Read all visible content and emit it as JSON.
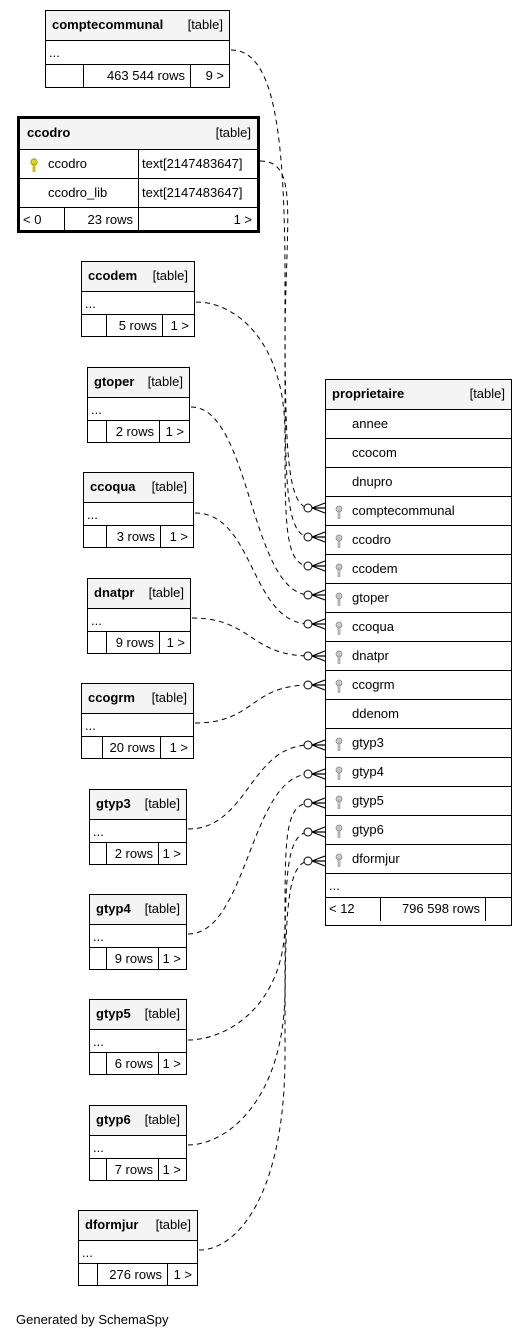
{
  "footer": "Generated by SchemaSpy",
  "colors": {
    "border": "#000000",
    "header_bg": "#f4f4f4",
    "pk_key": "#e6d700",
    "fk_key": "#b0b0b0"
  },
  "tables": {
    "comptecommunal": {
      "name": "comptecommunal",
      "type": "[table]",
      "ellipsis": "...",
      "rows": "463 544 rows",
      "children": "9 >"
    },
    "ccodro": {
      "name": "ccodro",
      "type": "[table]",
      "col1": "ccodro",
      "col1_type": "text[2147483647]",
      "col2": "ccodro_lib",
      "col2_type": "text[2147483647]",
      "parents": "< 0",
      "rows": "23 rows",
      "children": "1 >"
    },
    "ccodem": {
      "name": "ccodem",
      "type": "[table]",
      "ellipsis": "...",
      "rows": "5 rows",
      "children": "1 >"
    },
    "gtoper": {
      "name": "gtoper",
      "type": "[table]",
      "ellipsis": "...",
      "rows": "2 rows",
      "children": "1 >"
    },
    "ccoqua": {
      "name": "ccoqua",
      "type": "[table]",
      "ellipsis": "...",
      "rows": "3 rows",
      "children": "1 >"
    },
    "dnatpr": {
      "name": "dnatpr",
      "type": "[table]",
      "ellipsis": "...",
      "rows": "9 rows",
      "children": "1 >"
    },
    "ccogrm": {
      "name": "ccogrm",
      "type": "[table]",
      "ellipsis": "...",
      "rows": "20 rows",
      "children": "1 >"
    },
    "gtyp3": {
      "name": "gtyp3",
      "type": "[table]",
      "ellipsis": "...",
      "rows": "2 rows",
      "children": "1 >"
    },
    "gtyp4": {
      "name": "gtyp4",
      "type": "[table]",
      "ellipsis": "...",
      "rows": "9 rows",
      "children": "1 >"
    },
    "gtyp5": {
      "name": "gtyp5",
      "type": "[table]",
      "ellipsis": "...",
      "rows": "6 rows",
      "children": "1 >"
    },
    "gtyp6": {
      "name": "gtyp6",
      "type": "[table]",
      "ellipsis": "...",
      "rows": "7 rows",
      "children": "1 >"
    },
    "dformjur": {
      "name": "dformjur",
      "type": "[table]",
      "ellipsis": "...",
      "rows": "276 rows",
      "children": "1 >"
    },
    "proprietaire": {
      "name": "proprietaire",
      "type": "[table]",
      "columns": [
        "annee",
        "ccocom",
        "dnupro",
        "comptecommunal",
        "ccodro",
        "ccodem",
        "gtoper",
        "ccoqua",
        "dnatpr",
        "ccogrm",
        "ddenom",
        "gtyp3",
        "gtyp4",
        "gtyp5",
        "gtyp6",
        "dformjur"
      ],
      "ellipsis": "...",
      "parents": "< 12",
      "rows": "796 598 rows",
      "children": ""
    }
  }
}
